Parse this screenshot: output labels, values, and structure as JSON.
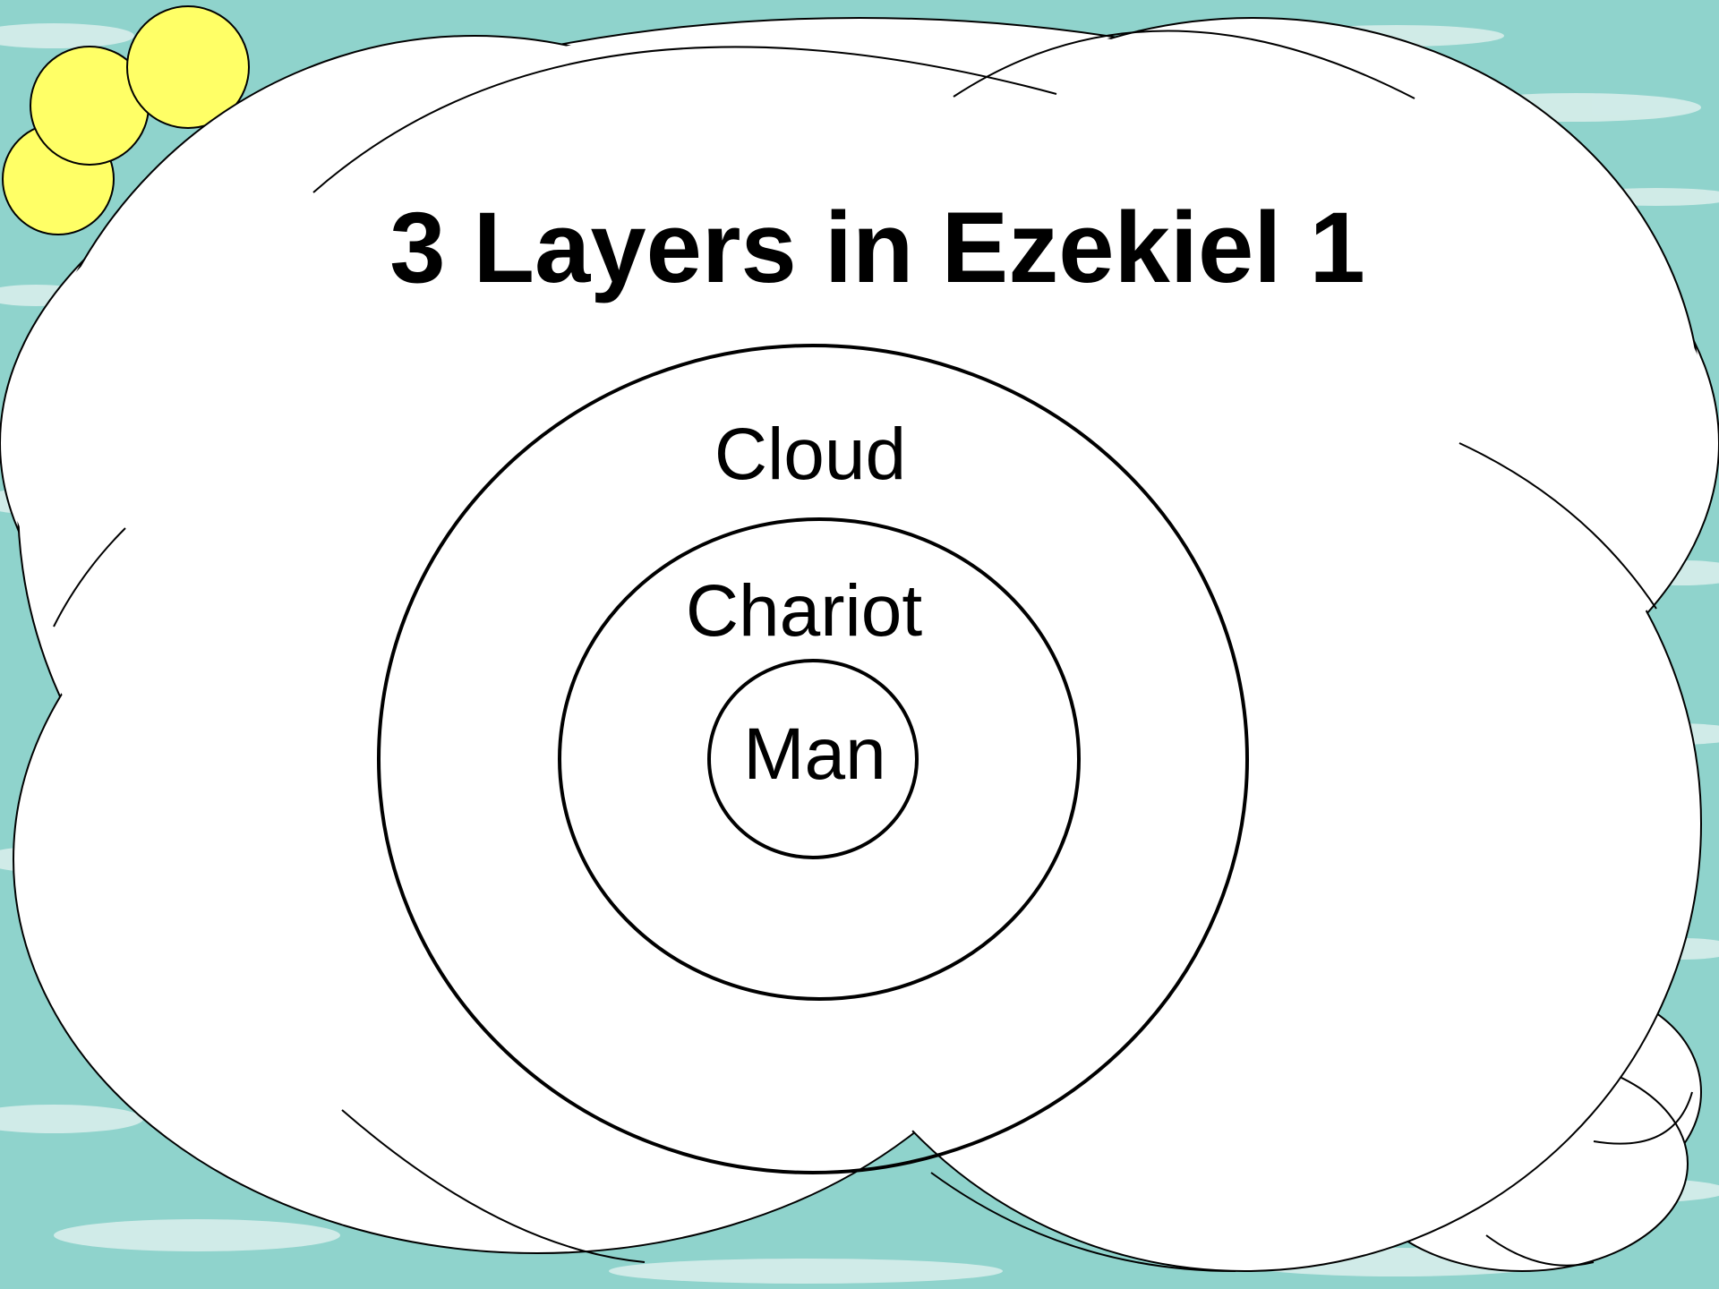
{
  "slide": {
    "title": "3 Layers in Ezekiel 1",
    "rings": [
      {
        "label": "Cloud"
      },
      {
        "label": "Chariot"
      },
      {
        "label": "Man"
      }
    ]
  },
  "colors": {
    "sky": "#8fd3cc",
    "sky_streak": "#e8f4f2",
    "cloud": "#ffffff",
    "sun": "#ffff66",
    "stroke": "#000000"
  }
}
